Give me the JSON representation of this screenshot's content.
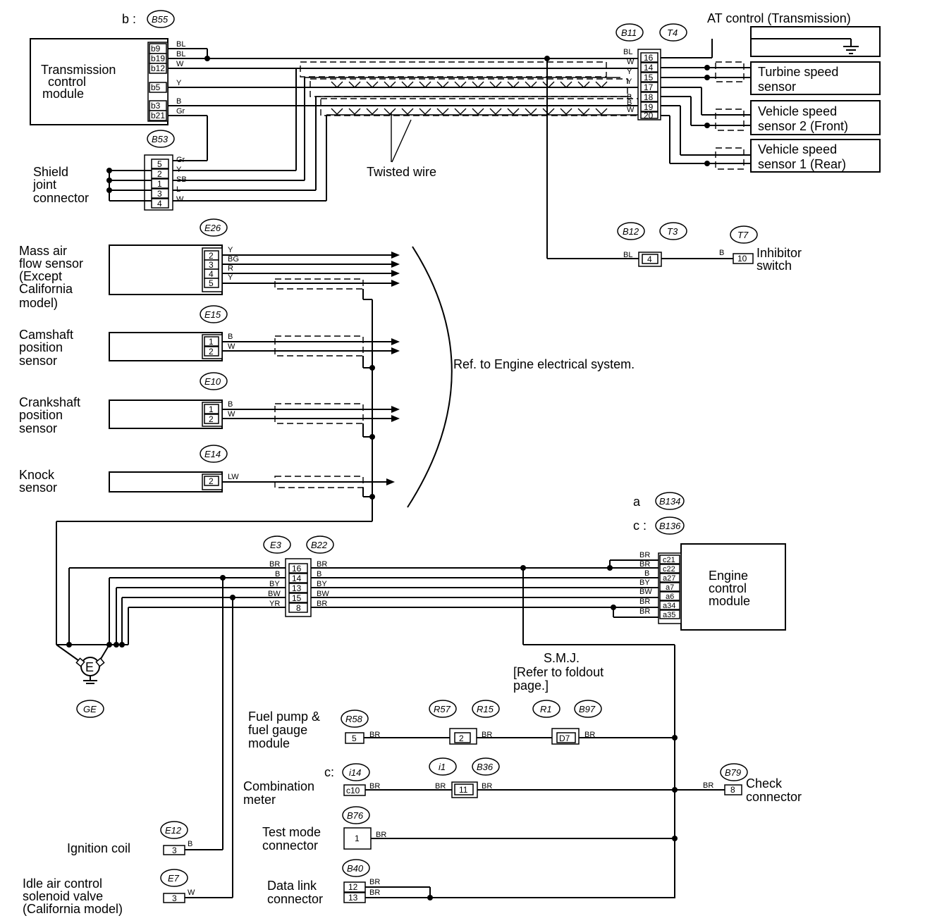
{
  "modules": {
    "tcm": [
      "Transmission",
      "control",
      "module"
    ],
    "ecm": [
      "Engine",
      "control",
      "module"
    ],
    "at_control": "AT control (Transmission)"
  },
  "sensors": {
    "turbine": [
      "Turbine speed",
      "sensor"
    ],
    "vss2": [
      "Vehicle speed",
      "sensor 2 (Front)"
    ],
    "vss1": [
      "Vehicle speed",
      "sensor 1 (Rear)"
    ],
    "maf": [
      "Mass air",
      "flow sensor",
      "(Except",
      "California",
      "model)"
    ],
    "cam": [
      "Camshaft",
      "position",
      "sensor"
    ],
    "crank": [
      "Crankshaft",
      "position",
      "sensor"
    ],
    "knock": [
      "Knock",
      "sensor"
    ]
  },
  "components": {
    "shield_joint": [
      "Shield",
      "joint",
      "connector"
    ],
    "inhibitor": [
      "Inhibitor",
      "switch"
    ],
    "fuel_pump": [
      "Fuel pump &",
      "fuel gauge",
      "module"
    ],
    "combination": [
      "Combination",
      "meter"
    ],
    "check": [
      "Check",
      "connector"
    ],
    "test_mode": [
      "Test mode",
      "connector"
    ],
    "data_link": [
      "Data link",
      "connector"
    ],
    "ignition": "Ignition coil",
    "idle_air": [
      "Idle air control",
      "solenoid valve",
      "(California model)"
    ]
  },
  "notes": {
    "twisted": "Twisted wire",
    "ref_engine": "Ref. to Engine electrical system.",
    "smj": [
      "S.M.J.",
      "[Refer to foldout",
      "page.]"
    ],
    "ground": "E"
  },
  "connector_ids": {
    "b_prefix": "b :",
    "a_prefix": "a",
    "c_prefix": "c :",
    "c_prefix2": "c:",
    "B55": "B55",
    "B53": "B53",
    "B11": "B11",
    "T4": "T4",
    "B12": "B12",
    "T3": "T3",
    "T7": "T7",
    "E26": "E26",
    "E15": "E15",
    "E10": "E10",
    "E14": "E14",
    "B134": "B134",
    "B136": "B136",
    "E3": "E3",
    "B22": "B22",
    "GE": "GE",
    "R58": "R58",
    "R57": "R57",
    "R15": "R15",
    "R1": "R1",
    "B97": "B97",
    "i14": "i14",
    "i1": "i1",
    "B36": "B36",
    "B79": "B79",
    "B76": "B76",
    "B40": "B40",
    "E12": "E12",
    "E7": "E7"
  },
  "pins": {
    "tcm": [
      "b9",
      "b19",
      "b12",
      "b5",
      "b3",
      "b21"
    ],
    "tcm_wires": [
      "BL",
      "BL",
      "W",
      "Y",
      "B",
      "Gr"
    ],
    "shield": [
      "5",
      "2",
      "1",
      "3",
      "4"
    ],
    "shield_wires": [
      "Gr",
      "Y",
      "SB",
      "L",
      "W"
    ],
    "b11": [
      "16",
      "14",
      "15",
      "17",
      "18",
      "19",
      "20"
    ],
    "b11_wires": [
      "BL",
      "W",
      "Y",
      "Y",
      "B",
      "B",
      "W"
    ],
    "maf": [
      "2",
      "3",
      "4",
      "5"
    ],
    "maf_wires": [
      "Y",
      "BG",
      "R",
      "Y"
    ],
    "cam": [
      "1",
      "2"
    ],
    "cam_wires": [
      "B",
      "W"
    ],
    "crank": [
      "1",
      "2"
    ],
    "crank_wires": [
      "B",
      "W"
    ],
    "knock": [
      "2"
    ],
    "knock_wires": [
      "LW"
    ],
    "e3": [
      "16",
      "14",
      "13",
      "15",
      "8"
    ],
    "e3_left": [
      "BR",
      "B",
      "BY",
      "BW",
      "YR"
    ],
    "e3_right": [
      "BR",
      "B",
      "BY",
      "BW",
      "BR"
    ],
    "ecm": [
      "c21",
      "c22",
      "a27",
      "a7",
      "a6",
      "a34",
      "a35"
    ],
    "ecm_wires": [
      "BR",
      "BR",
      "B",
      "BY",
      "BW",
      "BR",
      "BR"
    ],
    "inhib_left": "4",
    "inhib_left_wire": "BL",
    "inhib_right": "10",
    "inhib_right_wire": "B",
    "fuel": "5",
    "r57": "2",
    "r1": "D7",
    "comb": "c10",
    "i1": "11",
    "test": "1",
    "dlc": [
      "12",
      "13"
    ],
    "check_pin": "8",
    "ign": "3",
    "ign_wire": "B",
    "iac": "3",
    "iac_wire": "W",
    "br": "BR"
  }
}
